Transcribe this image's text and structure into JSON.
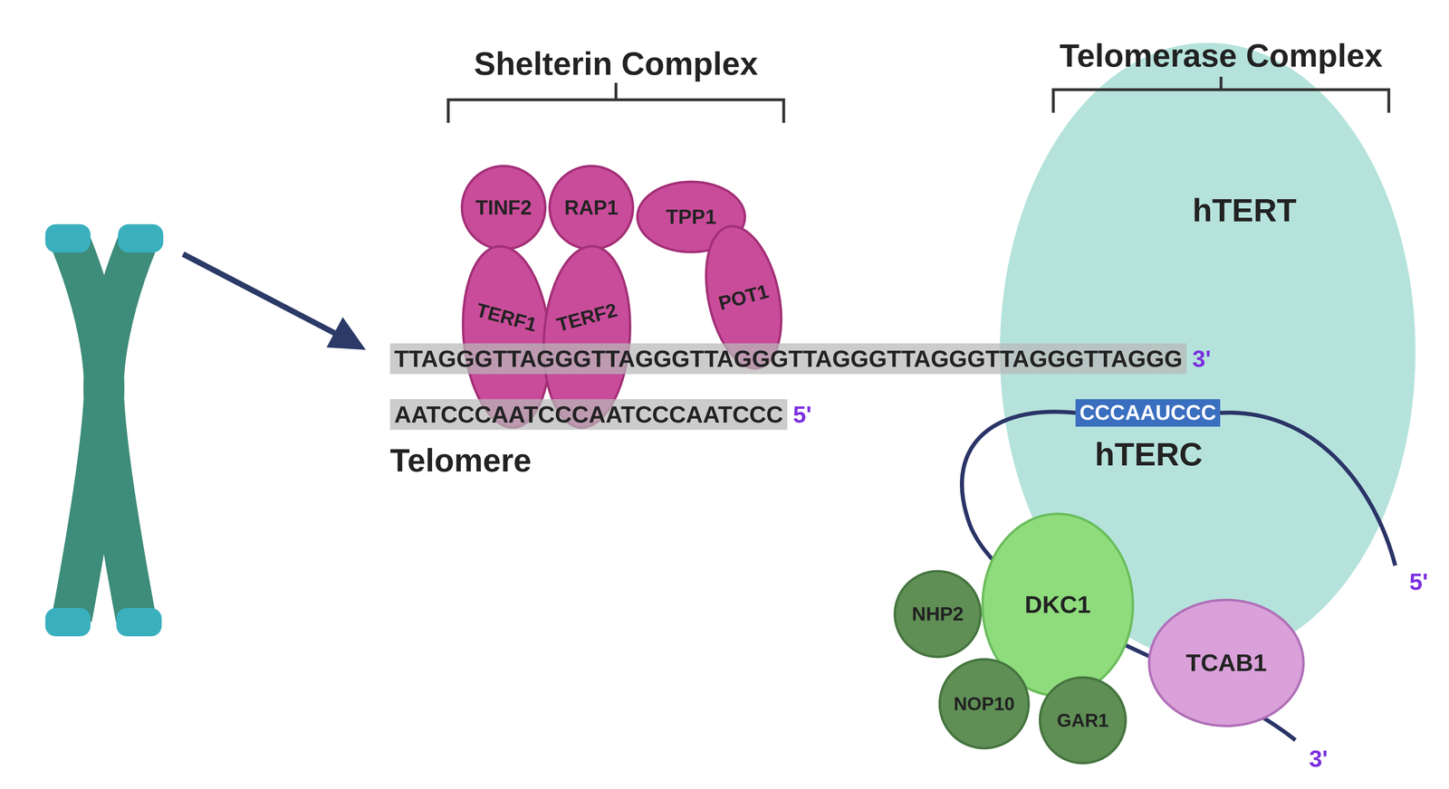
{
  "diagram": {
    "nodes": [
      {
        "text": [
          "TINF2"
        ]
      },
      {
        "text": [
          "RAP1"
        ]
      },
      {
        "text": [
          "TPP1"
        ]
      },
      {
        "text": [
          "TERF1"
        ]
      },
      {
        "text": [
          "TERF2"
        ]
      },
      {
        "text": [
          "POT1"
        ]
      },
      {
        "text": [
          "TTAGGGTTAGGGTTAGGGTTAGGGTTAGGGTTAGGGTTAGGGTTAGGG"
        ]
      },
      {
        "text": [
          "AATCCCAATCCCAATCCCAATCCC"
        ]
      },
      {
        "text": [
          "hTERT"
        ]
      },
      {
        "text": [
          "CCCAAUCCC"
        ],
        "in": 8
      },
      {
        "text": [
          "NHP2"
        ]
      },
      {
        "text": [
          "DKC1"
        ]
      },
      {
        "text": [
          "NOP10"
        ]
      },
      {
        "text": [
          "GAR1"
        ]
      },
      {
        "text": [
          "TCAB1"
        ]
      }
    ],
    "labels": [
      "Shelterin Complex",
      "Telomerase Complex",
      "3'",
      "5'",
      "Telomere",
      "hTERC",
      "5'",
      "3'"
    ]
  }
}
